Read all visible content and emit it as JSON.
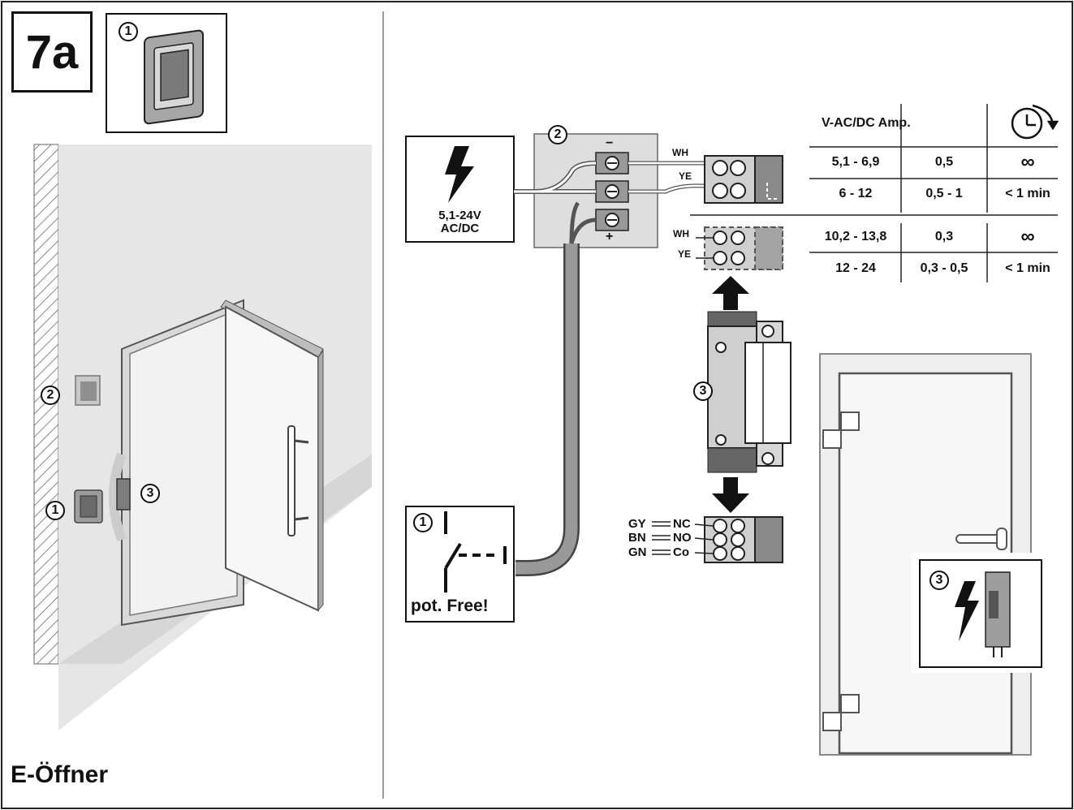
{
  "step_number": "7a",
  "title": "E-Öffner",
  "callouts": {
    "switch": "1",
    "box": "2",
    "opener": "3"
  },
  "power_supply": {
    "voltage": "5,1-24V",
    "type": "AC/DC"
  },
  "switch_panel": {
    "caption": "pot. Free!"
  },
  "junction_box": {
    "minus": "−",
    "plus": "+"
  },
  "wires_top": {
    "wh": "WH",
    "ye": "YE"
  },
  "wires_bottom": {
    "gy": "GY",
    "bn": "BN",
    "gn": "GN",
    "nc": "NC",
    "no": "NO",
    "co": "Co"
  },
  "table": {
    "header_voltage_amp": "V-AC/DC Amp.",
    "rows": [
      [
        "5,1 - 6,9",
        "0,5",
        "∞"
      ],
      [
        "6 - 12",
        "0,5 - 1",
        "< 1 min"
      ],
      [
        "10,2 - 13,8",
        "0,3",
        "∞"
      ],
      [
        "12 - 24",
        "0,3 - 0,5",
        "< 1 min"
      ]
    ]
  },
  "colors": {
    "line": "#111111",
    "gray_light": "#cfcfcf",
    "gray_mid": "#9a9a9a",
    "gray_dark": "#6a6a6a"
  },
  "icons": [
    "clock-icon",
    "lightning-icon",
    "rocker-switch-icon",
    "door-icon",
    "screw-terminal-icon"
  ]
}
